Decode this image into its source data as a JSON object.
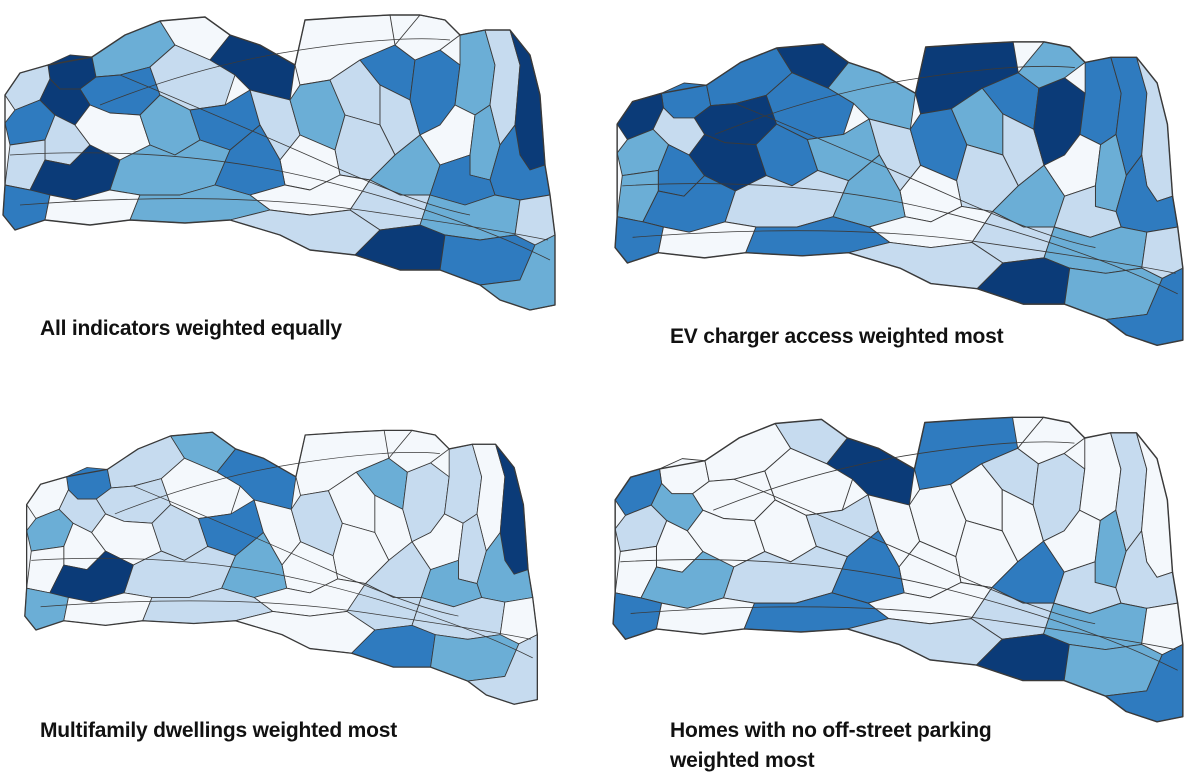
{
  "palette": {
    "class0": "#f4f8fc",
    "class1": "#c6dbef",
    "class2": "#6baed6",
    "class3": "#2f7bbf",
    "class4": "#0b3b78",
    "boundary": "#3a3a3a"
  },
  "maps": [
    {
      "caption": "All indicators weighted equally",
      "fill_classes": [
        4,
        1,
        2,
        0,
        4,
        3,
        1,
        3,
        4,
        1,
        0,
        2,
        3,
        1,
        0,
        2,
        1,
        3,
        1,
        3,
        0,
        2,
        1,
        4,
        0,
        2,
        3,
        1,
        0,
        2,
        3,
        1,
        4,
        2,
        3,
        0,
        1,
        2,
        1,
        3,
        0,
        2,
        1,
        4,
        3,
        2
      ]
    },
    {
      "caption": "EV charger access weighted most",
      "fill_classes": [
        3,
        4,
        3,
        4,
        2,
        4,
        3,
        2,
        1,
        3,
        4,
        3,
        2,
        1,
        4,
        3,
        2,
        3,
        1,
        4,
        2,
        3,
        3,
        1,
        0,
        2,
        3,
        1,
        0,
        2,
        1,
        2,
        3,
        1,
        2,
        0,
        1,
        2,
        1,
        3,
        0,
        3,
        1,
        4,
        2,
        3
      ]
    },
    {
      "caption": "Multifamily dwellings weighted most",
      "fill_classes": [
        3,
        0,
        1,
        2,
        3,
        1,
        0,
        2,
        1,
        0,
        0,
        1,
        3,
        0,
        0,
        1,
        0,
        2,
        0,
        1,
        0,
        1,
        0,
        4,
        0,
        1,
        2,
        0,
        0,
        1,
        2,
        0,
        4,
        1,
        2,
        0,
        1,
        1,
        0,
        2,
        0,
        1,
        0,
        3,
        2,
        1
      ]
    },
    {
      "caption": "Homes with no off-street parking\nweighted most",
      "fill_classes": [
        0,
        3,
        0,
        1,
        4,
        0,
        0,
        1,
        2,
        0,
        0,
        0,
        1,
        0,
        3,
        0,
        0,
        1,
        0,
        1,
        0,
        0,
        1,
        0,
        0,
        2,
        1,
        0,
        0,
        3,
        1,
        0,
        2,
        1,
        3,
        0,
        1,
        2,
        0,
        3,
        0,
        3,
        1,
        4,
        2,
        3
      ]
    }
  ]
}
